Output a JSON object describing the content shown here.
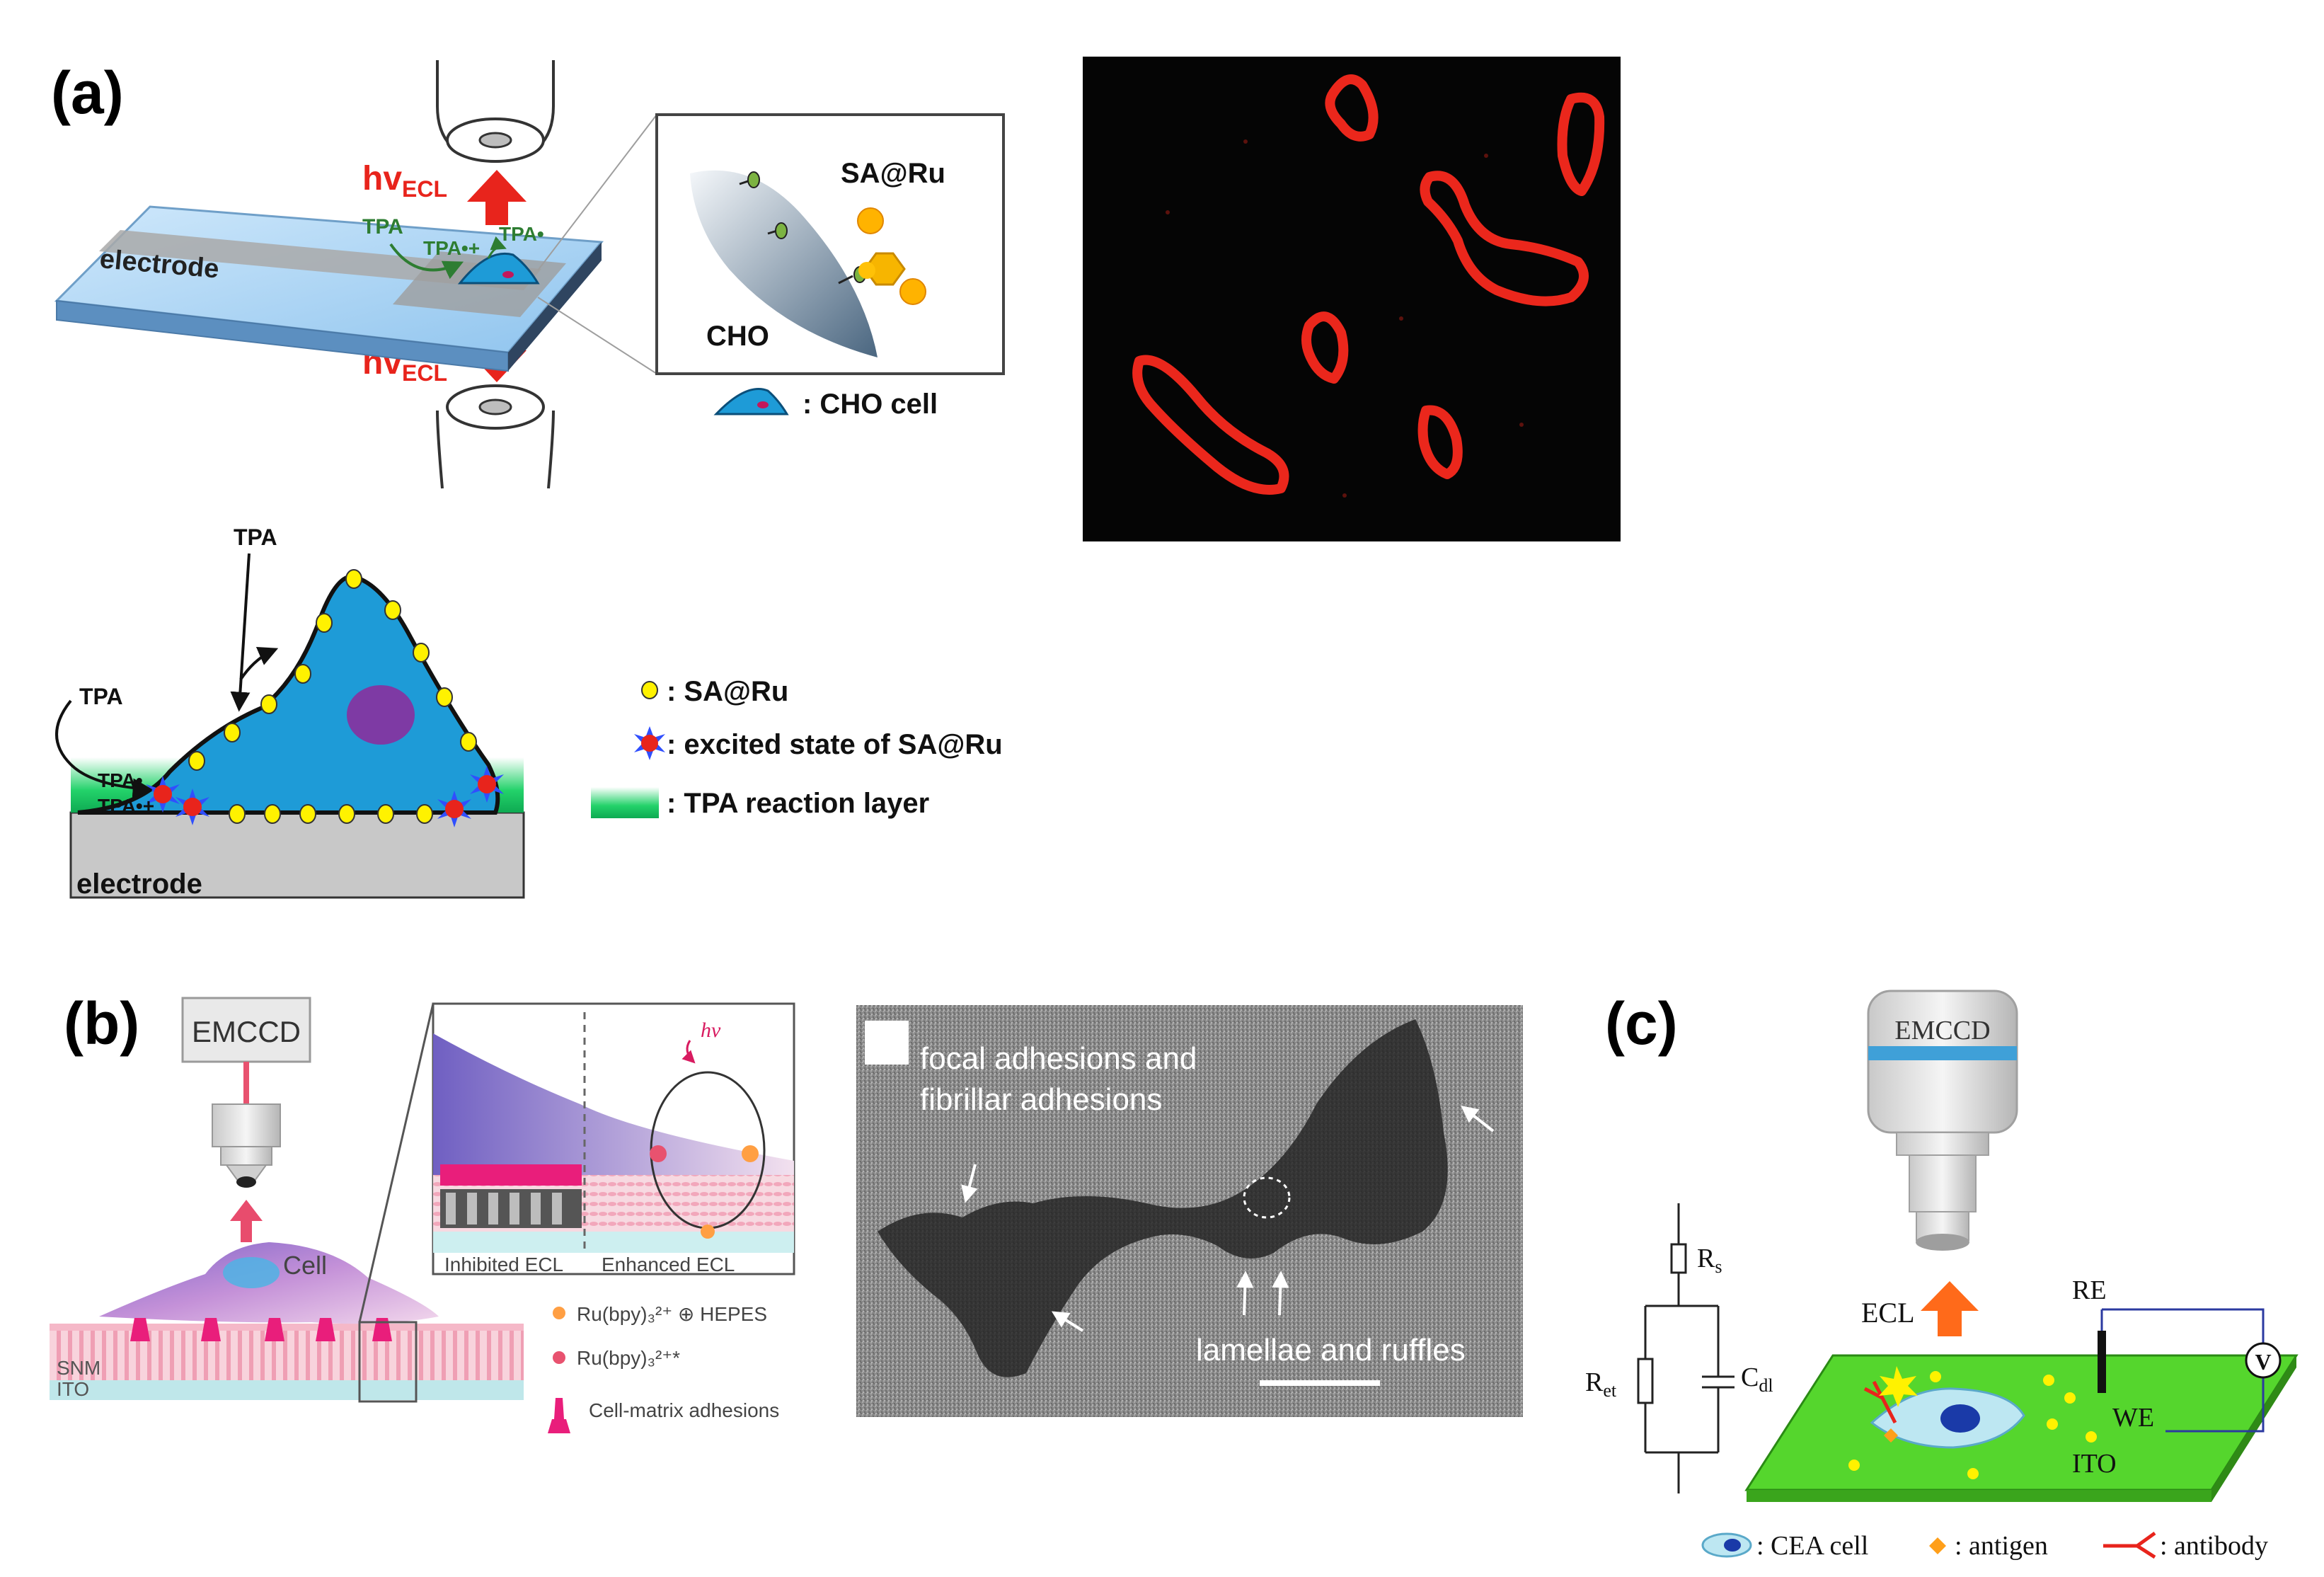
{
  "panel_labels": {
    "a": "(a)",
    "b": "(b)",
    "c": "(c)"
  },
  "panel_a": {
    "electrode": "electrode",
    "hv": "hv",
    "hv_sub": "ECL",
    "tpa": "TPA",
    "tpa_radical_cation": "TPA•+",
    "tpa_radical": "TPA•",
    "inset": {
      "sa_ru": "SA@Ru",
      "cho": "CHO"
    },
    "cho_legend": ": CHO cell",
    "lower": {
      "tpa_top": "TPA",
      "tpa_left": "TPA",
      "tpa_radical": "TPA•",
      "tpa_radical_cation": "TPA•+",
      "electrode": "electrode"
    },
    "legend": [
      ": SA@Ru",
      ": excited state of SA@Ru",
      ": TPA reaction layer"
    ]
  },
  "panel_b": {
    "emccd": "EMCCD",
    "cell": "Cell",
    "snm": "SNM",
    "ito": "ITO",
    "inhibited": "Inhibited ECL",
    "enhanced": "Enhanced ECL",
    "hv": "hv",
    "legend": [
      "Ru(bpy)₃²⁺ ⊕ HEPES",
      "Ru(bpy)₃²⁺*",
      "Cell-matrix adhesions"
    ],
    "micro_text1": "focal adhesions and",
    "micro_text2": "fibrillar adhesions",
    "micro_text3": "lamellae and ruffles"
  },
  "panel_c": {
    "emccd": "EMCCD",
    "ecl": "ECL",
    "re": "RE",
    "we": "WE",
    "ito": "ITO",
    "v": "V",
    "rs": "R",
    "rs_sub": "s",
    "ret": "R",
    "ret_sub": "et",
    "cdl": "C",
    "cdl_sub": "dl",
    "legend": [
      ": CEA cell",
      ": antigen",
      ": antibody"
    ]
  },
  "colors": {
    "red": "#e8241c",
    "ecl_green": "#23d26a",
    "cell_blue": "#1e9bd7",
    "nucleus": "#7e3aa4",
    "ito_green": "#55d62d",
    "orange_arrow": "#ff6a1a"
  }
}
